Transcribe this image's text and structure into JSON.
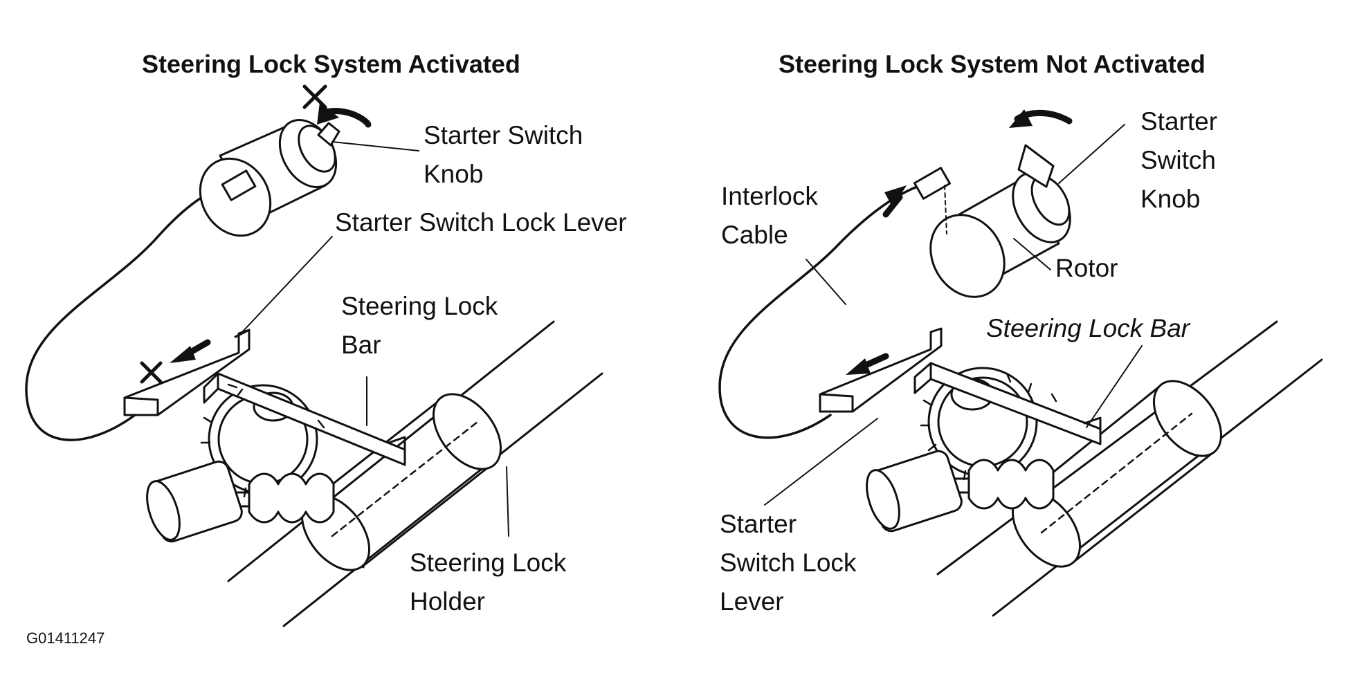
{
  "left_panel": {
    "title": "Steering Lock System Activated",
    "labels": {
      "knob_line1": "Starter Switch",
      "knob_line2": "Knob",
      "lever": "Starter Switch Lock Lever",
      "bar_line1": "Steering Lock",
      "bar_line2": "Bar",
      "holder_line1": "Steering Lock",
      "holder_line2": "Holder"
    }
  },
  "right_panel": {
    "title": "Steering Lock System Not Activated",
    "labels": {
      "knob_line1": "Starter",
      "knob_line2": "Switch",
      "knob_line3": "Knob",
      "cable_line1": "Interlock",
      "cable_line2": "Cable",
      "rotor": "Rotor",
      "bar": "Steering Lock Bar",
      "lever_line1": "Starter",
      "lever_line2": "Switch Lock",
      "lever_line3": "Lever"
    }
  },
  "figure_code": "G01411247",
  "colors": {
    "ink": "#111111",
    "paper": "#ffffff"
  }
}
